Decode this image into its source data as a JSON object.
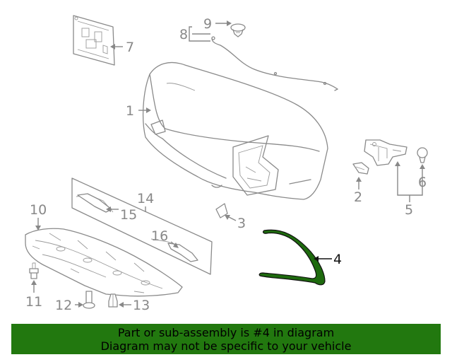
{
  "diagram": {
    "highlight_color": "#1e6a0e",
    "callouts": [
      {
        "id": "c1",
        "text": "1"
      },
      {
        "id": "c2",
        "text": "2"
      },
      {
        "id": "c3",
        "text": "3"
      },
      {
        "id": "c4",
        "text": "4",
        "highlighted": true
      },
      {
        "id": "c5",
        "text": "5"
      },
      {
        "id": "c6",
        "text": "6"
      },
      {
        "id": "c7",
        "text": "7"
      },
      {
        "id": "c8",
        "text": "8"
      },
      {
        "id": "c9",
        "text": "9"
      },
      {
        "id": "c10",
        "text": "10"
      },
      {
        "id": "c11",
        "text": "11"
      },
      {
        "id": "c12",
        "text": "12"
      },
      {
        "id": "c13",
        "text": "13"
      },
      {
        "id": "c14",
        "text": "14"
      },
      {
        "id": "c15",
        "text": "15"
      },
      {
        "id": "c16",
        "text": "16"
      }
    ]
  },
  "banner": {
    "line1": "Part or sub-assembly is #4 in diagram",
    "line2": "Diagram may not be specific to your vehicle",
    "background": "#22780f"
  }
}
